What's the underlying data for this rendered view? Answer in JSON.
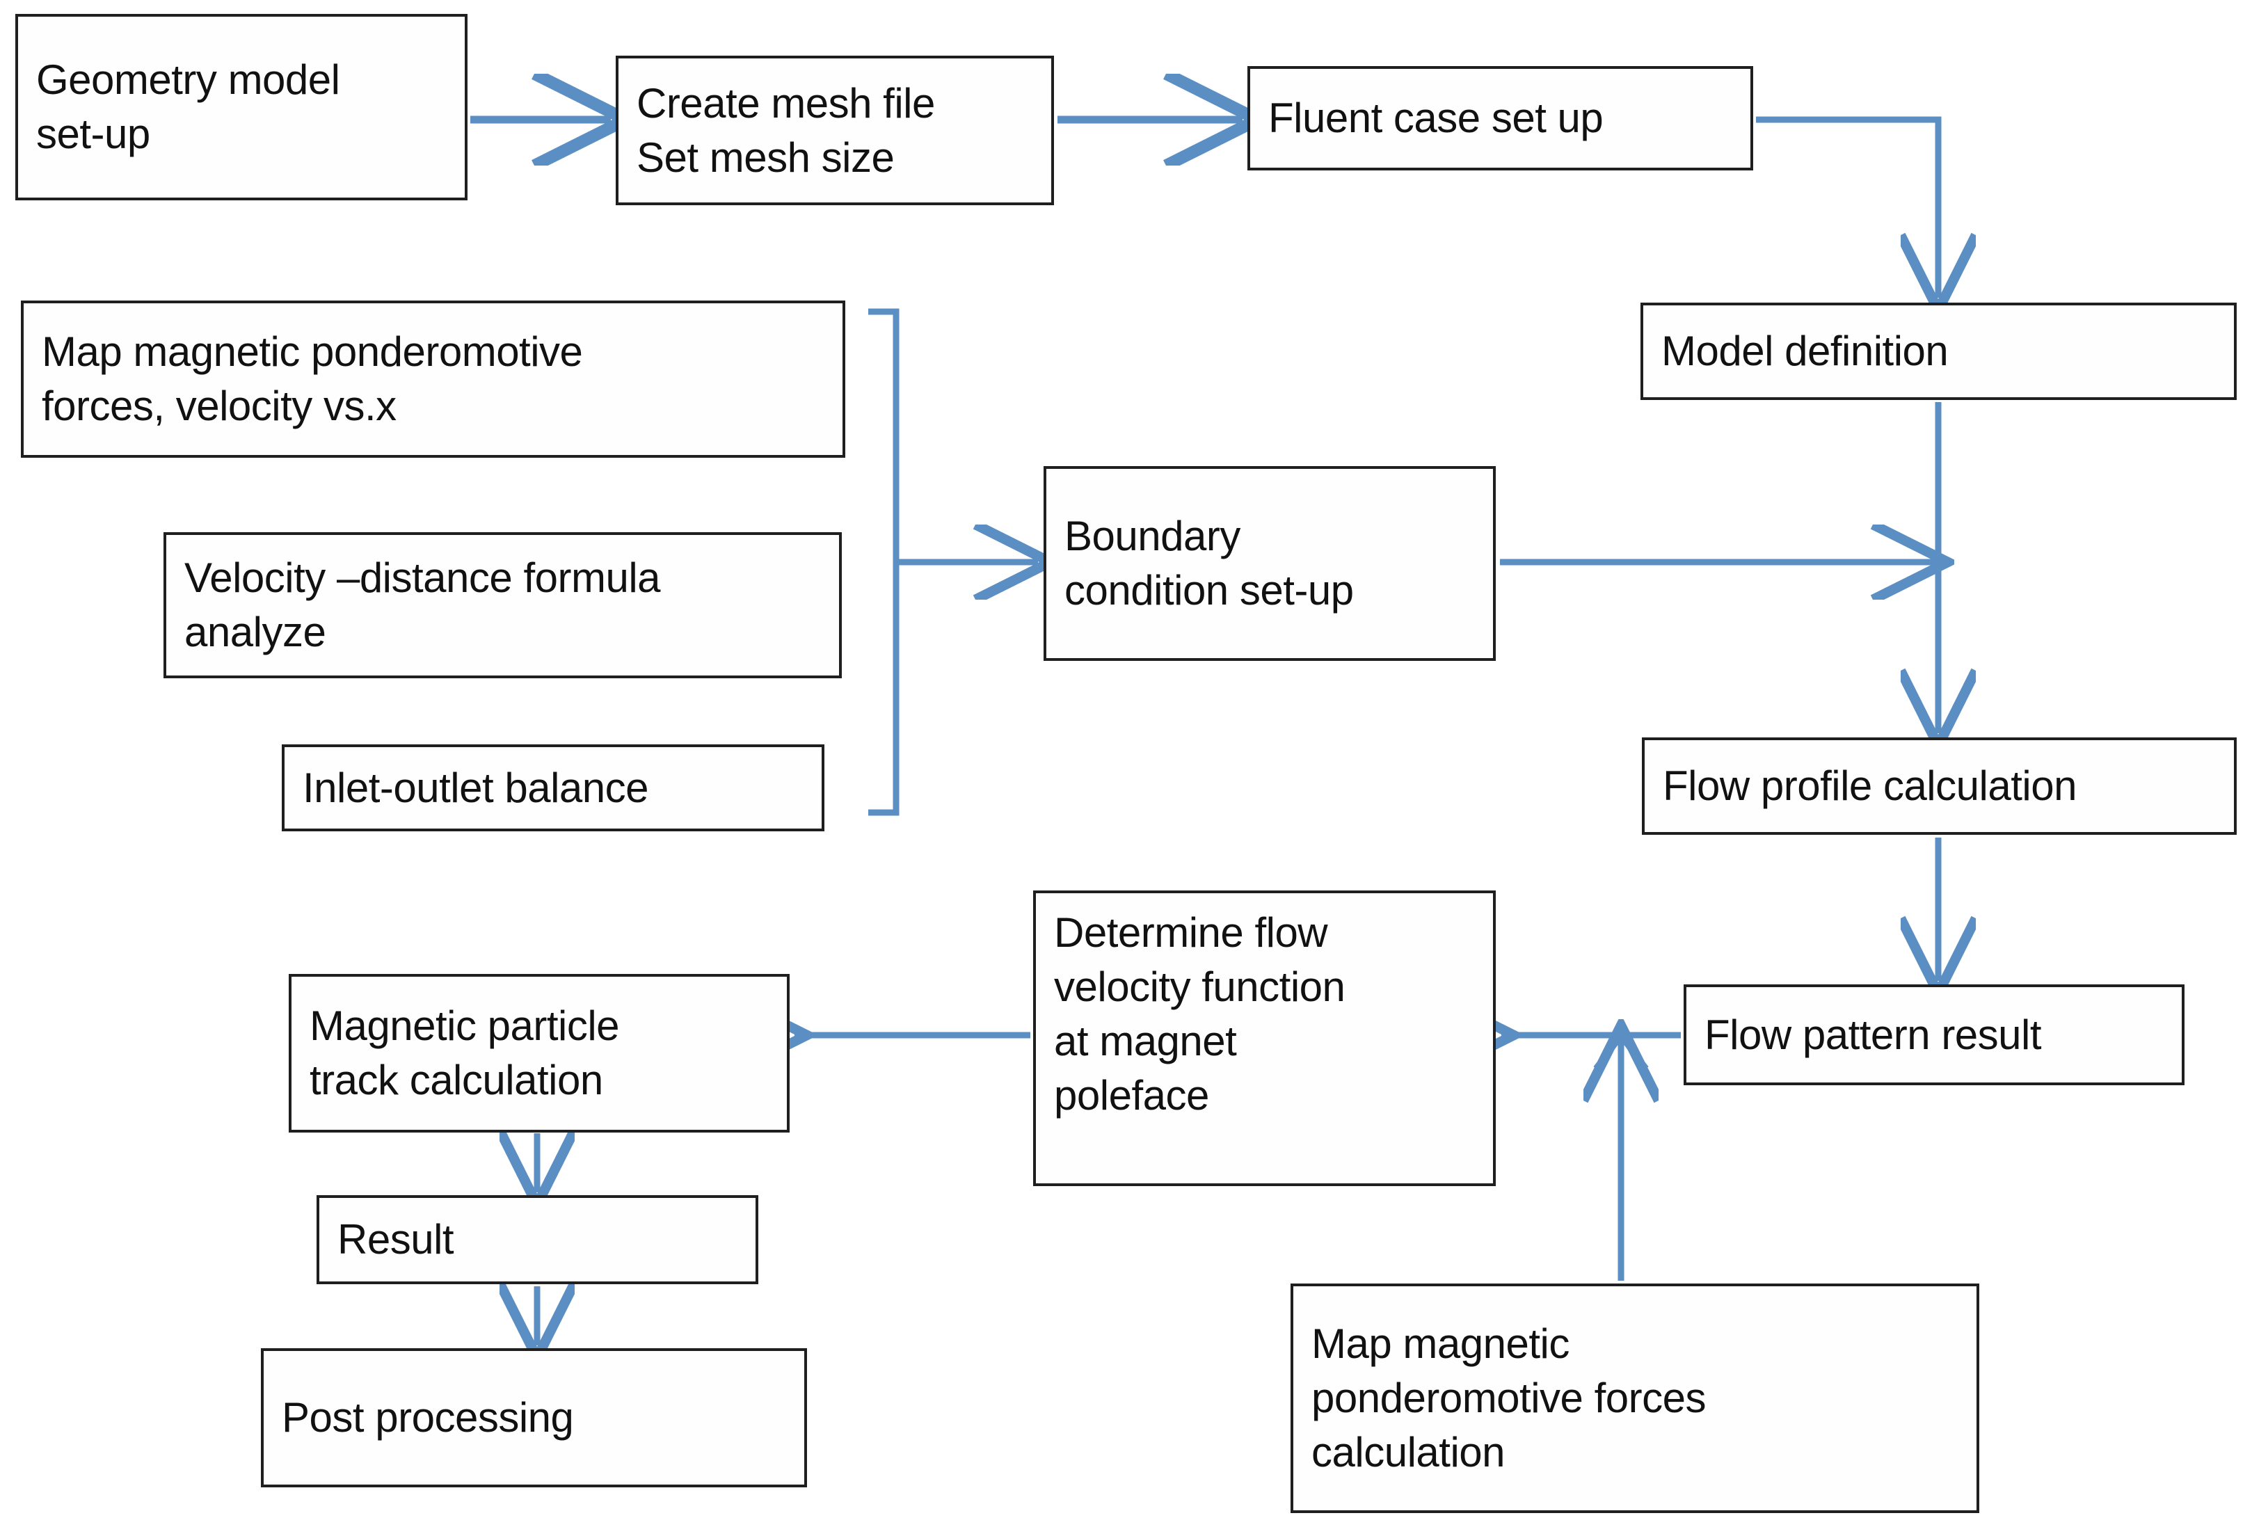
{
  "diagram": {
    "title": "CFD magnetic particle simulation workflow flowchart",
    "colors": {
      "box_border": "#1f1f1f",
      "box_fill": "#fefefe",
      "text": "#111111",
      "connector": "#5b8fc4",
      "background": "#ffffff"
    },
    "nodes": [
      {
        "id": "geometry-model-setup",
        "label": "Geometry model\nset-up"
      },
      {
        "id": "create-mesh-file",
        "label": "Create mesh file\nSet mesh size"
      },
      {
        "id": "fluent-case-setup",
        "label": "Fluent case set up"
      },
      {
        "id": "model-definition",
        "label": "Model definition"
      },
      {
        "id": "map-forces-velocity-vs-x",
        "label": "Map magnetic ponderomotive\nforces, velocity vs.x"
      },
      {
        "id": "velocity-distance-formula",
        "label": "Velocity –distance formula\nanalyze"
      },
      {
        "id": "inlet-outlet-balance",
        "label": "Inlet-outlet balance"
      },
      {
        "id": "boundary-condition-setup",
        "label": "Boundary\ncondition set-up"
      },
      {
        "id": "flow-profile-calculation",
        "label": "Flow profile calculation"
      },
      {
        "id": "flow-pattern-result",
        "label": "Flow pattern result"
      },
      {
        "id": "determine-flow-velocity-function",
        "label": "Determine flow\nvelocity function\nat magnet\npoleface"
      },
      {
        "id": "magnetic-particle-track",
        "label": "Magnetic particle\ntrack calculation"
      },
      {
        "id": "result",
        "label": "Result"
      },
      {
        "id": "post-processing",
        "label": "Post processing"
      },
      {
        "id": "map-forces-calculation",
        "label": "Map magnetic\nponderomotive forces\ncalculation"
      }
    ],
    "edges": [
      {
        "from": "geometry-model-setup",
        "to": "create-mesh-file",
        "kind": "arrow-right"
      },
      {
        "from": "create-mesh-file",
        "to": "fluent-case-setup",
        "kind": "arrow-right"
      },
      {
        "from": "fluent-case-setup",
        "to": "model-definition",
        "kind": "elbow-down-arrow"
      },
      {
        "from": "grouping-bracket",
        "to": "boundary-condition-setup",
        "kind": "arrow-right"
      },
      {
        "from": "boundary-condition-setup",
        "to": "model-definition-column",
        "kind": "arrow-right"
      },
      {
        "from": "model-definition",
        "to": "flow-profile-calculation",
        "kind": "arrow-down"
      },
      {
        "from": "flow-profile-calculation",
        "to": "flow-pattern-result",
        "kind": "arrow-down"
      },
      {
        "from": "flow-pattern-result",
        "to": "determine-flow-velocity-function",
        "kind": "arrow-left"
      },
      {
        "from": "map-forces-calculation",
        "to": "flow-pattern-result-link",
        "kind": "arrow-up"
      },
      {
        "from": "determine-flow-velocity-function",
        "to": "magnetic-particle-track",
        "kind": "arrow-left"
      },
      {
        "from": "magnetic-particle-track",
        "to": "result",
        "kind": "arrow-down"
      },
      {
        "from": "result",
        "to": "post-processing",
        "kind": "arrow-down"
      }
    ],
    "bracket": {
      "id": "grouping-bracket",
      "groups": [
        "map-forces-velocity-vs-x",
        "velocity-distance-formula",
        "inlet-outlet-balance"
      ]
    }
  }
}
